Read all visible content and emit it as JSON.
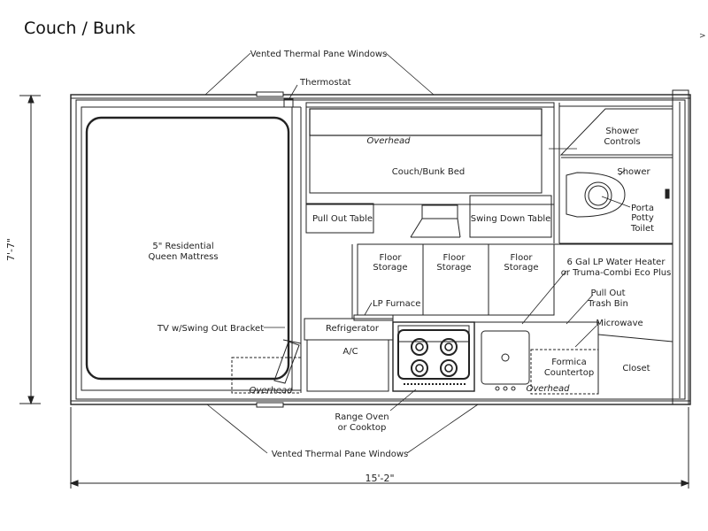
{
  "title": "Couch / Bunk",
  "stray_mark": ">",
  "dimensions": {
    "width": "15'-2\"",
    "height": "7'-7\""
  },
  "labels": {
    "windows_top": "Vented Thermal Pane Windows",
    "windows_bottom": "Vented Thermal Pane Windows",
    "thermostat": "Thermostat",
    "overhead_top": "Overhead",
    "couch": "Couch/Bunk Bed",
    "pull_out_table": "Pull Out Table",
    "swing_down_table": "Swing Down Table",
    "shower_controls_1": "Shower",
    "shower_controls_2": "Controls",
    "shower": "Shower",
    "toilet_1": "Porta",
    "toilet_2": "Potty",
    "toilet_3": "Toilet",
    "mattress_1": "5\" Residential",
    "mattress_2": "Queen Mattress",
    "floor_storage_1": "Floor",
    "floor_storage_2": "Storage",
    "water_heater_1": "6 Gal LP Water Heater",
    "water_heater_2": "or Truma-Combi Eco Plus",
    "lp_furnace": "LP Furnace",
    "trash_1": "Pull Out",
    "trash_2": "Trash Bin",
    "refrigerator": "Refrigerator",
    "microwave": "Microwave",
    "tv": "TV w/Swing Out Bracket",
    "ac": "A/C",
    "formica_1": "Formica",
    "formica_2": "Countertop",
    "closet": "Closet",
    "overhead_left": "Overhead",
    "overhead_right": "Overhead",
    "range_1": "Range Oven",
    "range_2": "or Cooktop"
  }
}
